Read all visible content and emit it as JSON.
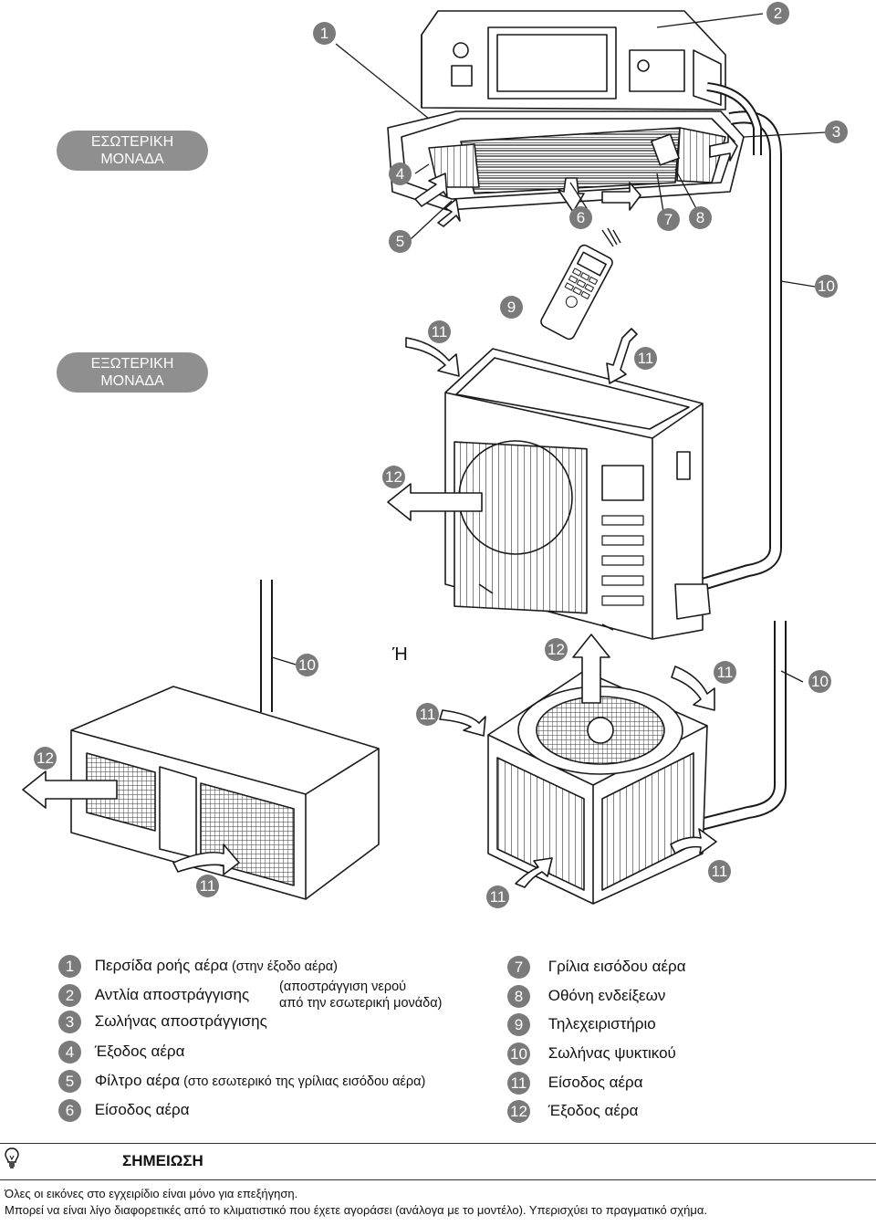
{
  "labels": {
    "indoor": "ΕΣΩΤΕΡΙΚΗ\nΜΟΝΑΔΑ",
    "outdoor": "ΕΞΩΤΕΡΙΚΗ\nΜΟΝΑΔΑ",
    "or": "Ή"
  },
  "diagram_badges": [
    "1",
    "2",
    "3",
    "4",
    "5",
    "6",
    "7",
    "8",
    "9",
    "10",
    "11",
    "11",
    "11",
    "11",
    "11",
    "11",
    "11",
    "12",
    "12",
    "12",
    "10",
    "10"
  ],
  "legend_left": [
    {
      "num": "1",
      "text": "Περσίδα ροής αέρα",
      "note": " (στην έξοδο αέρα)"
    },
    {
      "num": "2",
      "text": "Αντλία αποστράγγισης",
      "note": ""
    },
    {
      "num": "3",
      "text": "Σωλήνας αποστράγγισης",
      "note": ""
    },
    {
      "num": "4",
      "text": "Έξοδος αέρα",
      "note": ""
    },
    {
      "num": "5",
      "text": "Φίλτρο αέρα",
      "note": " (στο εσωτερικό της γρίλιας εισόδου αέρα)"
    },
    {
      "num": "6",
      "text": "Είσοδος αέρα",
      "note": ""
    }
  ],
  "legend_pump_note": "(αποστράγγιση νερού\n από την εσωτερική μονάδα)",
  "legend_right": [
    {
      "num": "7",
      "text": "Γρίλια εισόδου αέρα"
    },
    {
      "num": "8",
      "text": "Οθόνη ενδείξεων"
    },
    {
      "num": "9",
      "text": "Τηλεχειριστήριο"
    },
    {
      "num": "10",
      "text": "Σωλήνας ψυκτικού"
    },
    {
      "num": "11",
      "text": "Είσοδος αέρα"
    },
    {
      "num": "12",
      "text": "Έξοδος αέρα"
    }
  ],
  "note": {
    "title": "ΣΗΜΕΙΩΣΗ",
    "line1": "Όλες οι εικόνες στο εγχειρίδιο είναι μόνο για επεξήγηση.",
    "line2": "Μπορεί να είναι λίγο διαφορετικές από το κλιματιστικό που έχετε αγοράσει (ανάλογα με το μοντέλο). Υπερισχύει το πραγματικό σχήμα."
  },
  "colors": {
    "badge": "#7a7a7a",
    "pill": "#8f8f8f",
    "line": "#1a1a1a",
    "arrow_fill": "#ffffff"
  },
  "icons": [
    "lightbulb-icon"
  ]
}
